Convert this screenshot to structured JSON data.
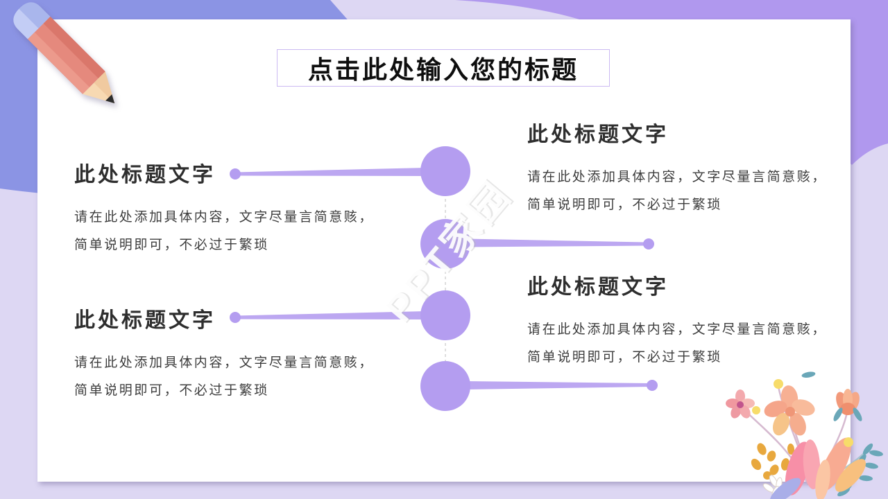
{
  "title": {
    "text": "点击此处输入您的标题"
  },
  "sections": [
    {
      "position": "left-top",
      "heading": "此处标题文字",
      "body_lines": [
        "请在此处添加具体内容，文字尽量言简意赅，",
        "简单说明即可，不必过于繁琐"
      ]
    },
    {
      "position": "left-bottom",
      "heading": "此处标题文字",
      "body_lines": [
        "请在此处添加具体内容，文字尽量言简意赅，",
        "简单说明即可，不必过于繁琐"
      ]
    },
    {
      "position": "right-top",
      "heading": "此处标题文字",
      "body_lines": [
        "请在此处添加具体内容，文字尽量言简意赅，",
        "简单说明即可，不必过于繁琐"
      ]
    },
    {
      "position": "right-bottom",
      "heading": "此处标题文字",
      "body_lines": [
        "请在此处添加具体内容，文字尽量言简意赅，",
        "简单说明即可，不必过于繁琐"
      ]
    }
  ],
  "decorations": {
    "watermark_text": "PPT家园",
    "pencil_icon": "pencil-icon",
    "flower_bouquet_icon": "flower-bouquet-icon"
  },
  "colors": {
    "background_lavender": "#ddd7f3",
    "background_blue": "#8b94e4",
    "background_purple": "#b098ee",
    "circle_accent": "#b49df0",
    "connector_line": "#bca7f1",
    "title_box_border": "#cbb9f2",
    "heading_text": "#2e2e2e",
    "body_text": "#3d3d3d",
    "dashed_line": "#c8c8c8"
  }
}
